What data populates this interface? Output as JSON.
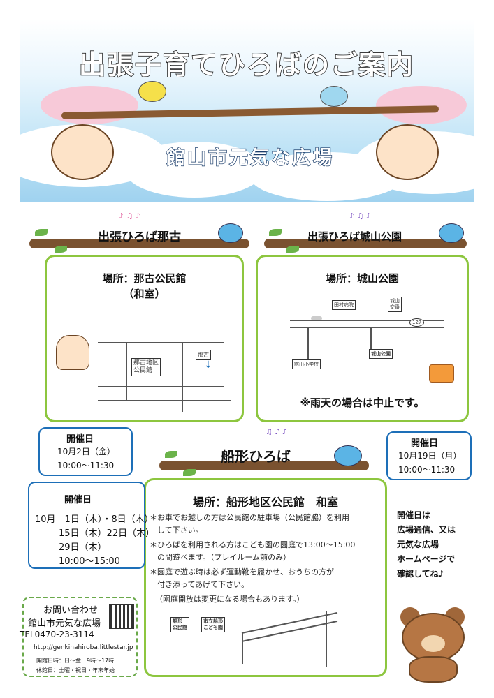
{
  "header": {
    "title": "出張子育てひろばのご案内",
    "subtitle": "館山市元気な広場"
  },
  "nako": {
    "title": "出張ひろば那古",
    "place_line1": "場所：那古公民館",
    "place_line2": "（和室）",
    "map_building_1": "那古地区",
    "map_building_2": "公民館",
    "map_label_station": "那古",
    "schedule": {
      "title": "開催日",
      "date": "10月2日（金）",
      "time": "10:00〜11:30"
    }
  },
  "shiroyama": {
    "title": "出張ひろば城山公園",
    "place": "場所：城山公園",
    "map_hospital": "田村病院",
    "map_junction_1": "城山",
    "map_junction_2": "交番",
    "map_route": "127",
    "map_school": "館山小学校",
    "map_park": "城山公園",
    "rain_note": "※雨天の場合は中止です。",
    "schedule": {
      "title": "開催日",
      "date": "10月19日（月）",
      "time": "10:00〜11:30"
    }
  },
  "funagata": {
    "title": "船形ひろば",
    "place": "場所：船形地区公民館　和室",
    "notes": [
      "＊お車でお越しの方は公民館の駐車場（公民館脇）を利用",
      "　して下さい。",
      "＊ひろばを利用される方はこども園の園庭で13:00〜15:00",
      "　の間遊べます。（プレイルーム前のみ）",
      "＊園庭で遊ぶ時は必ず運動靴を履かせ、おうちの方が",
      "　付き添ってあげて下さい。",
      "（園庭開放は変更になる場合もあります。）"
    ],
    "map_building_1a": "船形",
    "map_building_1b": "公民館",
    "map_building_2a": "市立船形",
    "map_building_2b": "こども園",
    "schedule": {
      "title": "開催日",
      "line1": "10月　1日（木）・8日（木）",
      "line2": "15日（木）22日（木）",
      "line3": "29日（木）",
      "time": "10:00〜15:00"
    }
  },
  "side_note": [
    "開催日は",
    "広場通信、又は",
    "元気な広場",
    "ホームページで",
    "確認してね♪"
  ],
  "contact": {
    "heading": "お問い合わせ",
    "name": "館山市元気な広場",
    "tel": "TEL0470-23-3114",
    "url": "http://genkinahiroba.littlestar.jp",
    "open": "開館日時：日〜金　9時〜17時",
    "closed": "休館日：土曜・祝日・年末年始"
  },
  "colors": {
    "card_border": "#8dc63f",
    "bubble_border": "#1d6fb8",
    "branch": "#7a5230",
    "sky": "#9fd2ef"
  }
}
